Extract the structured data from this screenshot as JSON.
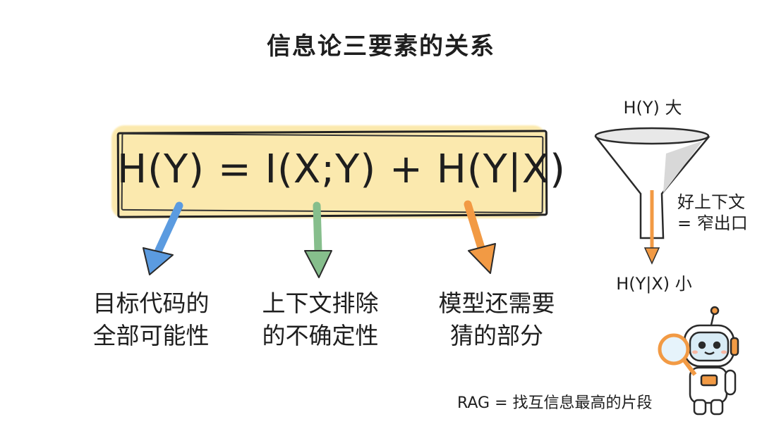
{
  "title": "信息论三要素的关系",
  "formula": "H(Y) = I(X;Y) + H(Y|X)",
  "labels": {
    "left": [
      "目标代码的",
      "全部可能性"
    ],
    "middle": [
      "上下文排除",
      "的不确定性"
    ],
    "right": [
      "模型还需要",
      "猜的部分"
    ]
  },
  "funnel": {
    "top_label": "H(Y) 大",
    "side_label": [
      "好上下文",
      "= 窄出口"
    ],
    "bottom_label": "H(Y|X) 小"
  },
  "footer": "RAG = 找互信息最高的片段",
  "colors": {
    "blue": "#5b9be0",
    "green": "#86be8c",
    "orange": "#f29a44",
    "highlight": "#fbe7a6",
    "ink": "#1e1e1e"
  },
  "icons": [
    "robot-with-magnifier-icon",
    "funnel-icon"
  ]
}
